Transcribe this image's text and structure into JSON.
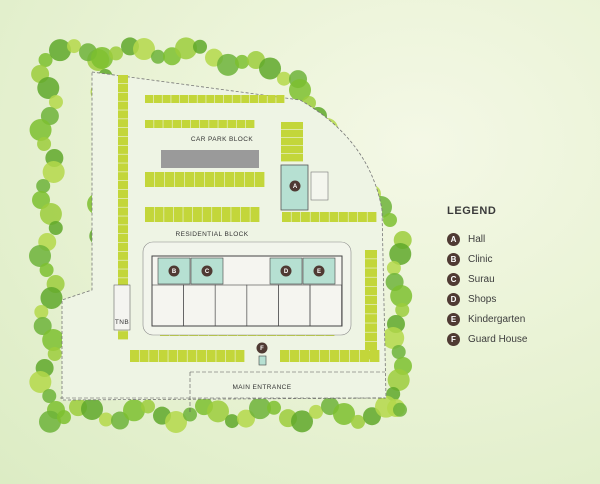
{
  "map": {
    "labels": {
      "car_park_block": "CAR PARK BLOCK",
      "residential_block": "RESIDENTIAL BLOCK",
      "main_entrance": "MAIN ENTRANCE",
      "tnb": "TNB"
    },
    "markers": [
      "A",
      "B",
      "C",
      "D",
      "E",
      "F"
    ]
  },
  "legend": {
    "title": "LEGEND",
    "items": [
      {
        "key": "A",
        "label": "Hall"
      },
      {
        "key": "B",
        "label": "Clinic"
      },
      {
        "key": "C",
        "label": "Surau"
      },
      {
        "key": "D",
        "label": "Shops"
      },
      {
        "key": "E",
        "label": "Kindergarten"
      },
      {
        "key": "F",
        "label": "Guard House"
      }
    ]
  },
  "colors": {
    "parking": "#c3d63a",
    "building_teal": "#b6e0d2",
    "marker": "#4f3a33",
    "tree": "#7cbf2f"
  }
}
